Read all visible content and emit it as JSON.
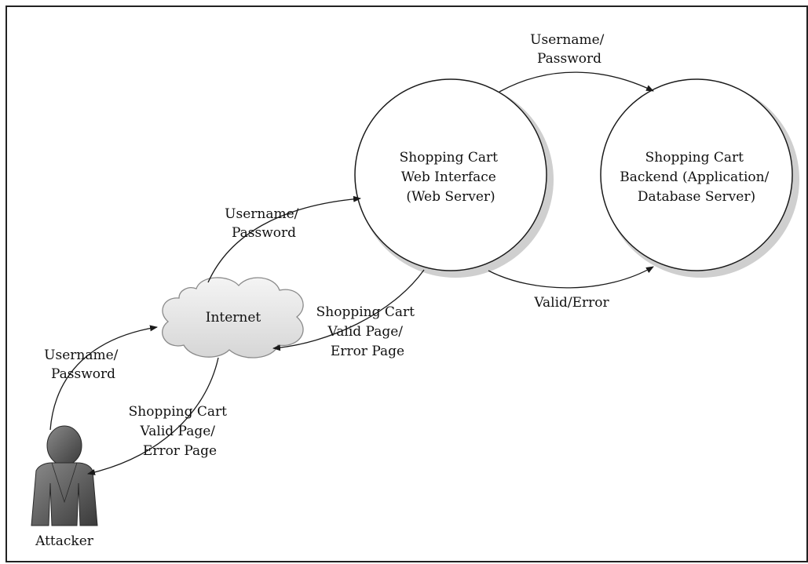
{
  "colors": {
    "background": "#ffffff",
    "stroke": "#1a1a1a",
    "cloud_fill": "#e4e4e4",
    "attacker_fill": "#5a5a5a",
    "node_shadow": "#cfcfcf"
  },
  "nodes": {
    "web_interface": [
      "Shopping Cart",
      "Web Interface",
      "(Web Server)"
    ],
    "backend": [
      "Shopping Cart",
      "Backend (Application/",
      "Database Server)"
    ],
    "internet": "Internet",
    "attacker": "Attacker"
  },
  "labels": {
    "top_credentials": [
      "Username/",
      "Password"
    ],
    "web_credentials": [
      "Username/",
      "Password"
    ],
    "attacker_credentials": [
      "Username/",
      "Password"
    ],
    "web_response": [
      "Shopping Cart",
      "Valid Page/",
      "Error Page"
    ],
    "attacker_response": [
      "Shopping Cart",
      "Valid Page/",
      "Error Page"
    ],
    "backend_response": "Valid/Error"
  },
  "icons": {
    "internet": "cloud-icon",
    "attacker": "person-icon"
  }
}
